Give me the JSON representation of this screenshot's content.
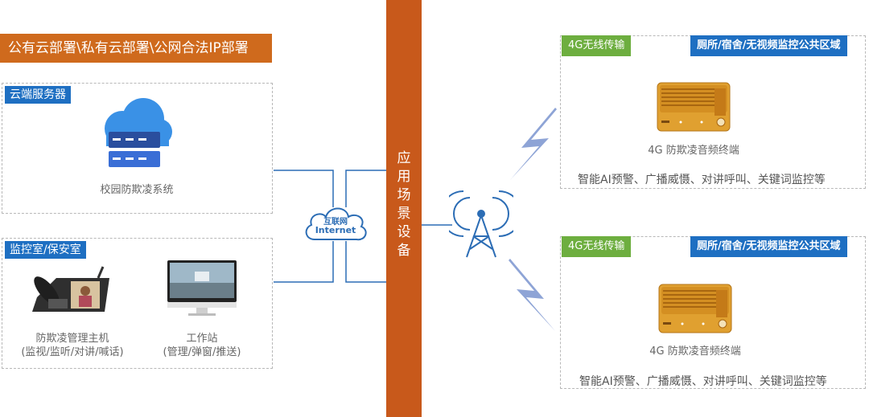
{
  "deploy_banner": "公有云部署\\私有云部署\\公网合法IP部署",
  "cloud_panel": {
    "tag": "云端服务器",
    "caption": "校园防欺凌系统"
  },
  "monitor_panel": {
    "tag": "监控室/保安室",
    "host_caption_1": "防欺凌管理主机",
    "host_caption_2": "(监视/监听/对讲/喊话)",
    "station_caption_1": "工作站",
    "station_caption_2": "(管理/弹窗/推送)"
  },
  "internet": {
    "label_cn": "互联网",
    "label_en": "Internet"
  },
  "scene_bar": [
    "应",
    "用",
    "场",
    "景",
    "设",
    "备"
  ],
  "terminals": [
    {
      "network_tag": "4G无线传输",
      "area_tag": "厕所/宿舍/无视频监控公共区域",
      "device_caption": "4G 防欺凌音频终端",
      "features": "智能AI预警、广播威慑、对讲呼叫、关键词监控等"
    },
    {
      "network_tag": "4G无线传输",
      "area_tag": "厕所/宿舍/无视频监控公共区域",
      "device_caption": "4G 防欺凌音频终端",
      "features": "智能AI预警、广播威慑、对讲呼叫、关键词监控等"
    }
  ],
  "colors": {
    "orange": "#cf6a1d",
    "bar_orange": "#c8591b",
    "blue_tag": "#1e6fc2",
    "green_tag": "#6dae3f",
    "line_blue": "#2c6db5",
    "lightning": "#8ea4d6"
  }
}
